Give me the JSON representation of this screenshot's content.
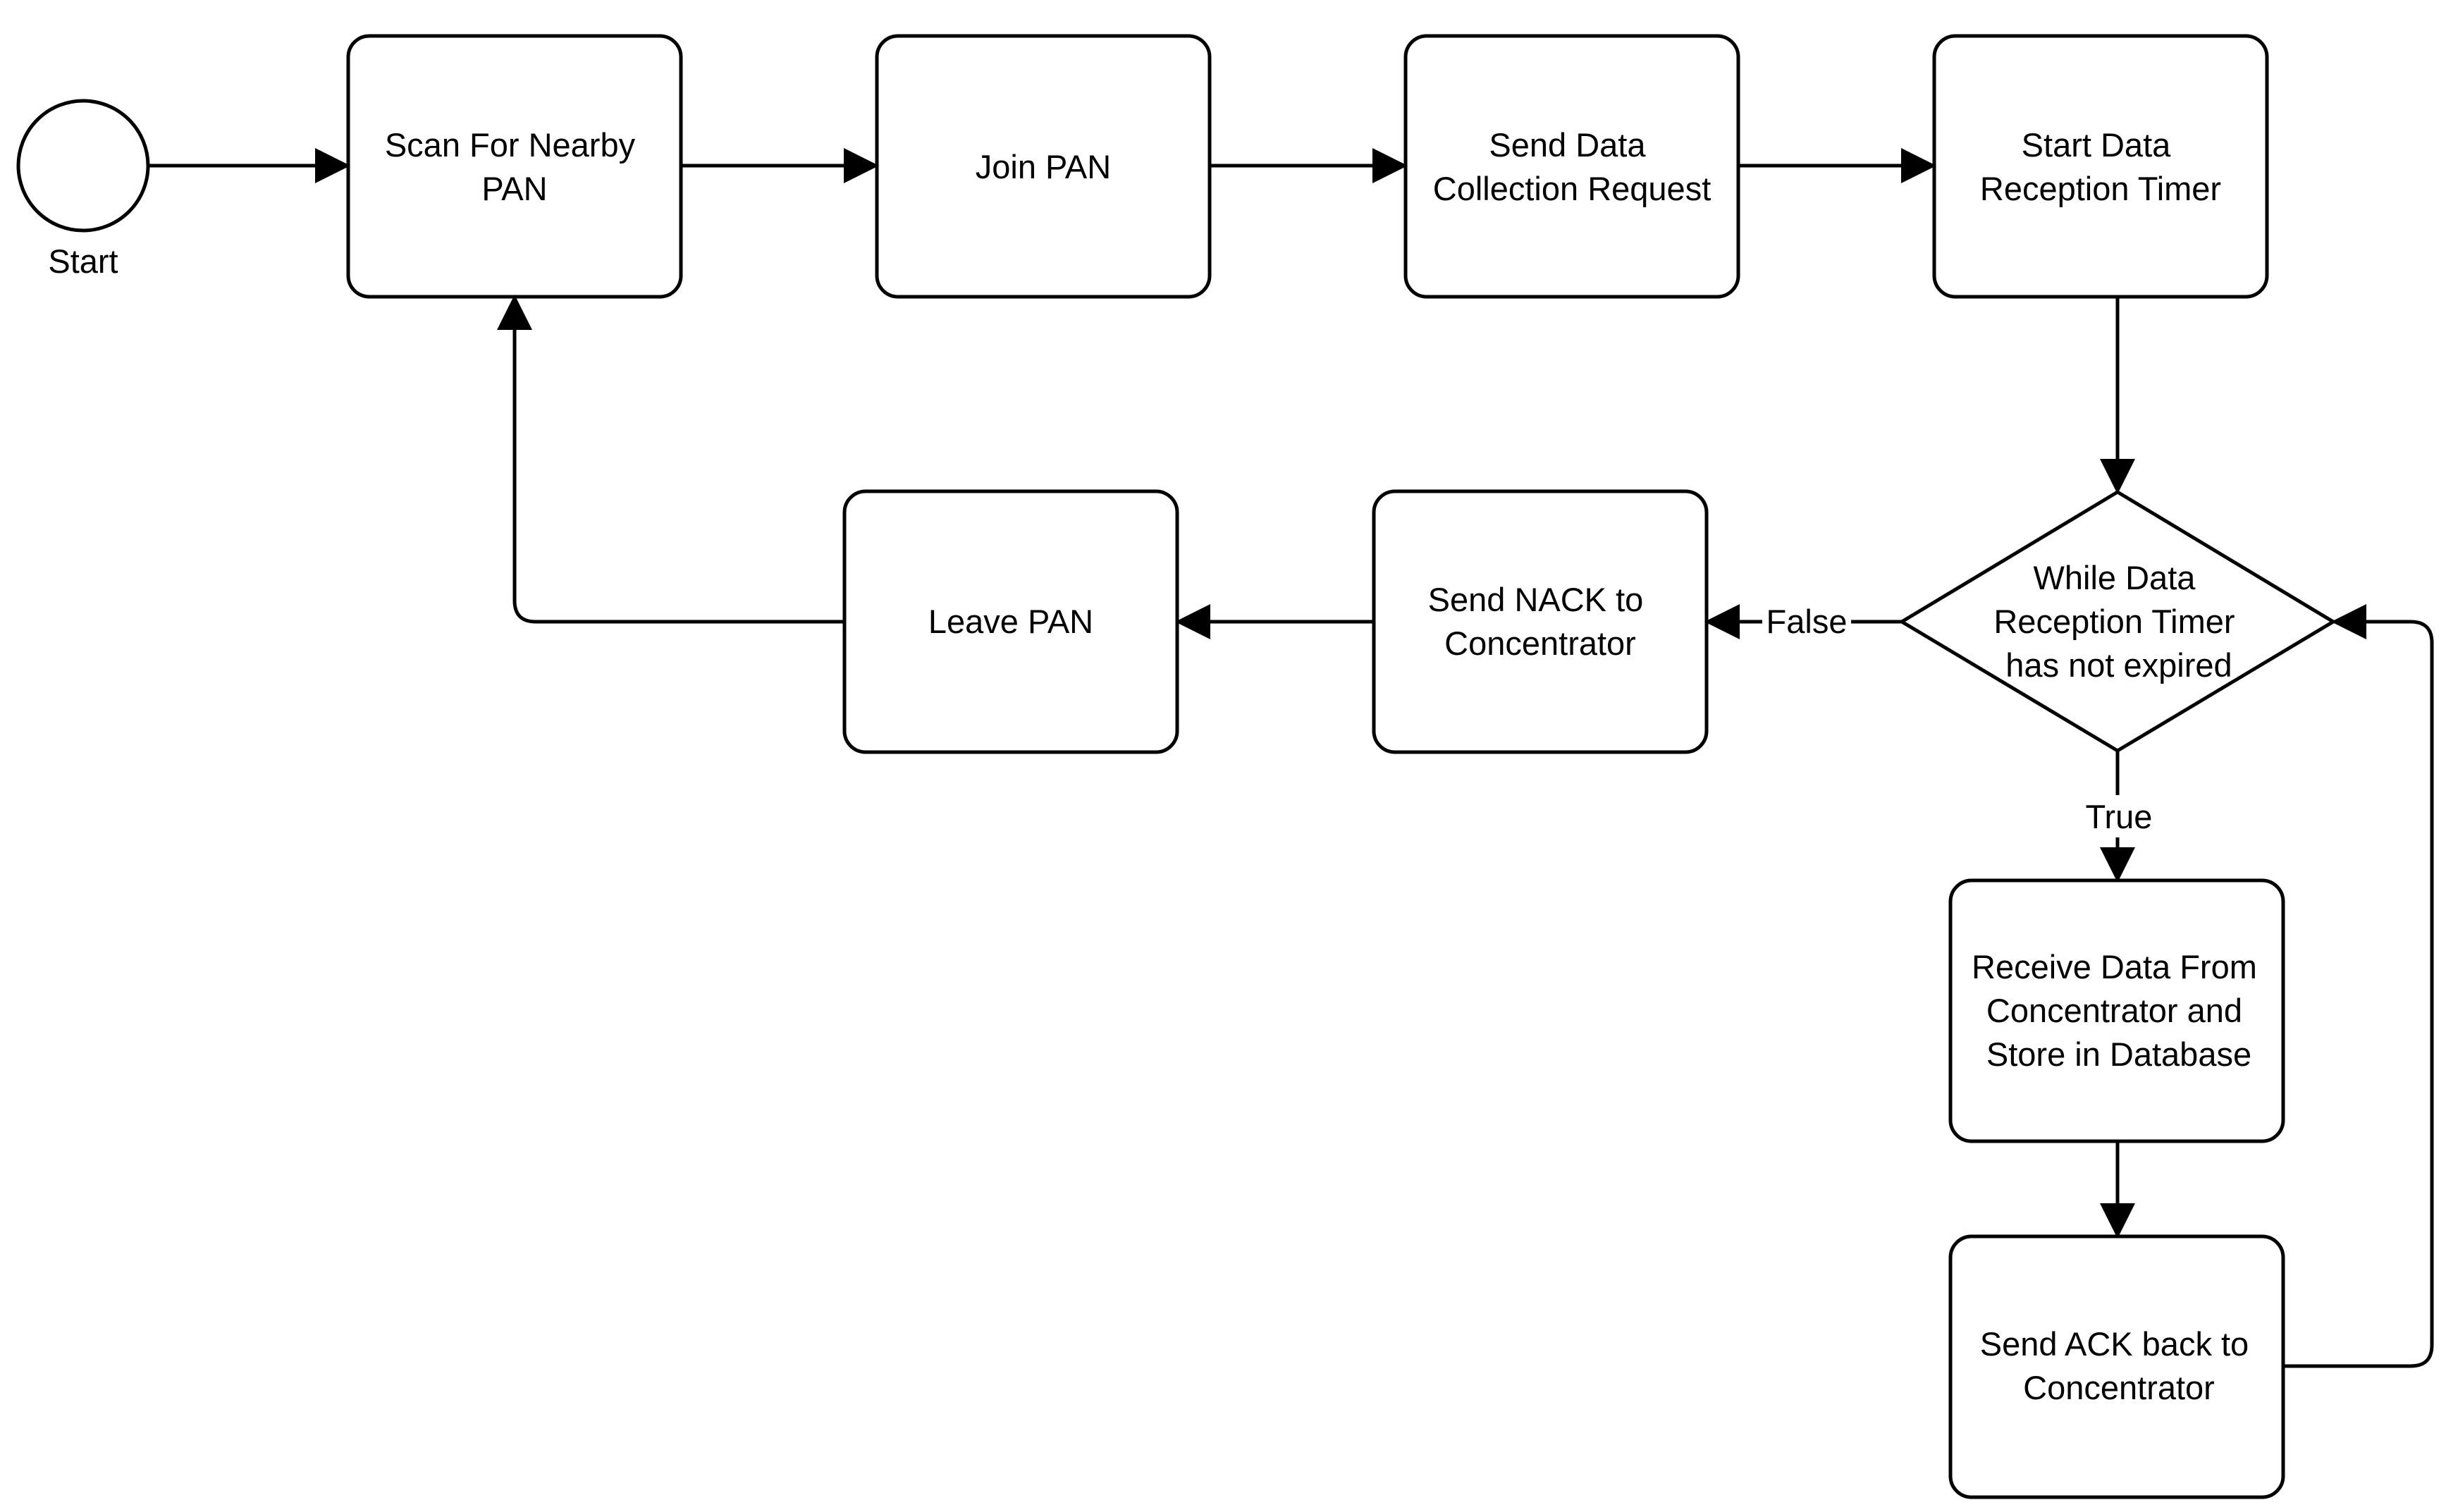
{
  "start": {
    "label": "Start"
  },
  "nodes": {
    "scan": {
      "lines": [
        "Scan For Nearby",
        "PAN"
      ]
    },
    "join": {
      "lines": [
        "Join PAN"
      ]
    },
    "send_request": {
      "lines": [
        "Send Data",
        "Collection Request"
      ]
    },
    "start_timer": {
      "lines": [
        "Start Data",
        "Reception Timer"
      ]
    },
    "decision": {
      "lines": [
        "While Data",
        "Reception Timer",
        "has not expired"
      ]
    },
    "send_nack": {
      "lines": [
        "Send NACK to",
        "Concentrator"
      ]
    },
    "leave": {
      "lines": [
        "Leave PAN"
      ]
    },
    "receive": {
      "lines": [
        "Receive Data From",
        "Concentrator and",
        "Store in Database"
      ]
    },
    "send_ack": {
      "lines": [
        "Send ACK back to",
        "Concentrator"
      ]
    }
  },
  "edge_labels": {
    "false_label": "False",
    "true_label": "True"
  },
  "colors": {
    "stroke": "#000000",
    "background": "#ffffff",
    "text": "#000000"
  }
}
